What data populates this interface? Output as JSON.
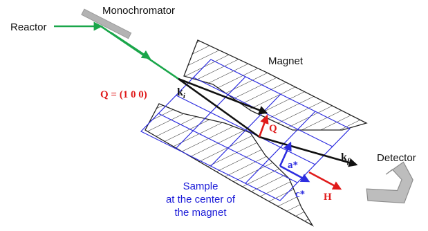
{
  "labels": {
    "monochromator": "Monochromator",
    "reactor": "Reactor",
    "magnet": "Magnet",
    "detector": "Detector",
    "q_eq": "Q = (1 0 0)",
    "ki_main": "k",
    "ki_sub": "i",
    "kf_main": "k",
    "kf_sub": "f",
    "q_vec": "Q",
    "h_vec": "H",
    "a_star": "a*",
    "c_star": "c*",
    "sample_line1": "Sample",
    "sample_line2": "at the center of",
    "sample_line3": "the magnet"
  },
  "colors": {
    "beam_green": "#1aa64a",
    "grid_blue": "#2d2de0",
    "vector_red": "#e01b1b",
    "q_label_red": "#e01b1b",
    "sample_text_blue": "#1a1ad8",
    "hatch_black": "#222222",
    "gray_part": "#b3b3b3"
  }
}
